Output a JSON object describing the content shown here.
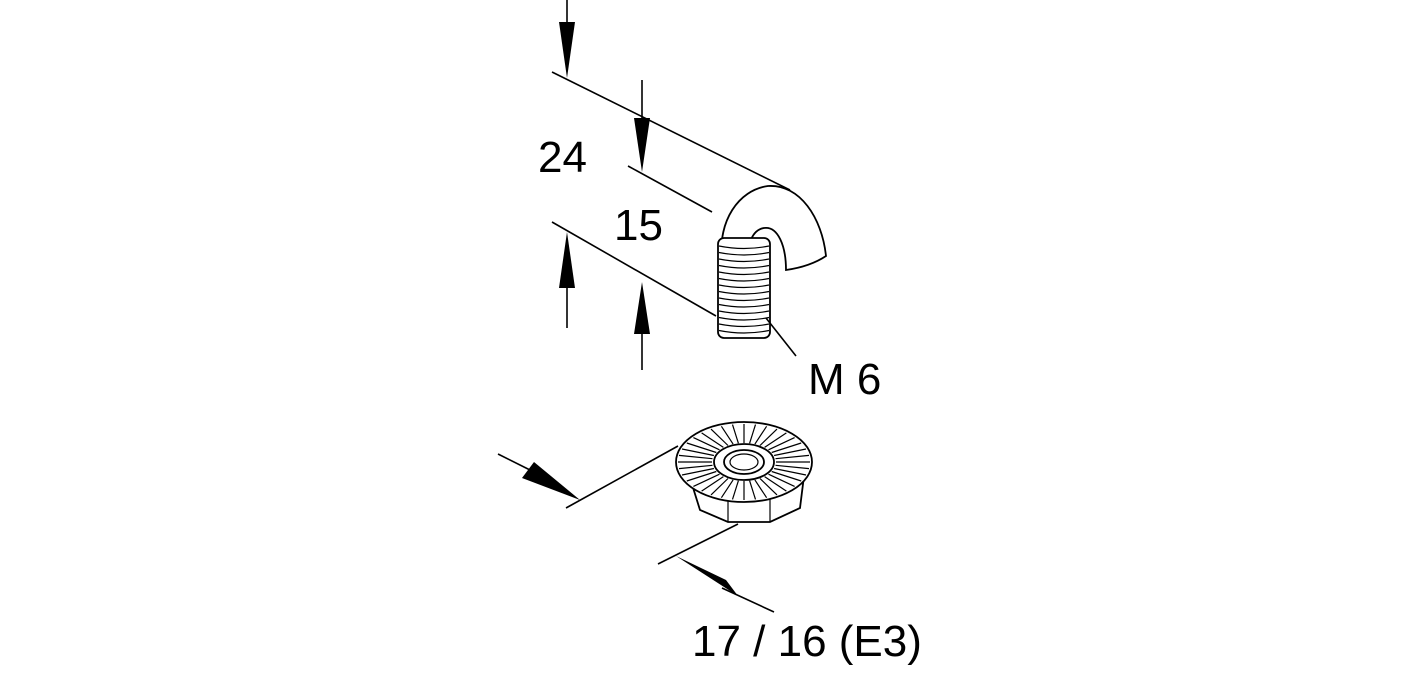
{
  "dimensions": {
    "hook_total_length": "24",
    "thread_length": "15",
    "thread_size": "M 6",
    "nut_across_flats": "17 / 16 (E3)"
  }
}
